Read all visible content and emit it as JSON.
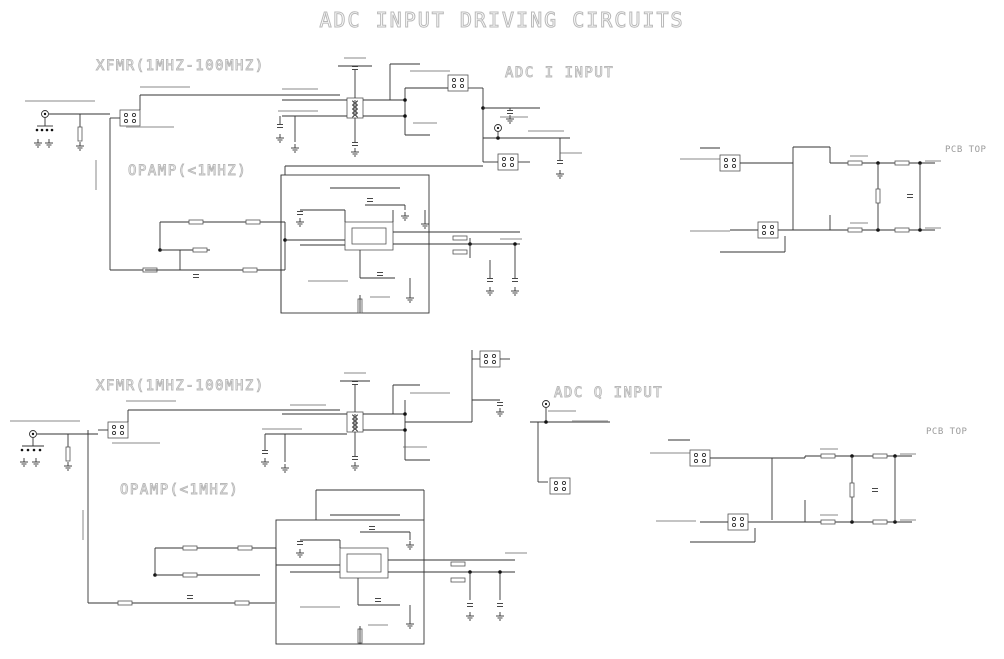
{
  "title": "ADC INPUT DRIVING CIRCUITS",
  "sections": {
    "i": {
      "xfmr_label": "XFMR(1MHZ-100MHZ)",
      "opamp_label": "OPAMP(<1MHZ)",
      "adc_label": "ADC I INPUT",
      "pcb_label": "PCB TOP"
    },
    "q": {
      "xfmr_label": "XFMR(1MHZ-100MHZ)",
      "opamp_label": "OPAMP(<1MHZ)",
      "adc_label": "ADC Q INPUT",
      "pcb_label": "PCB TOP"
    }
  }
}
